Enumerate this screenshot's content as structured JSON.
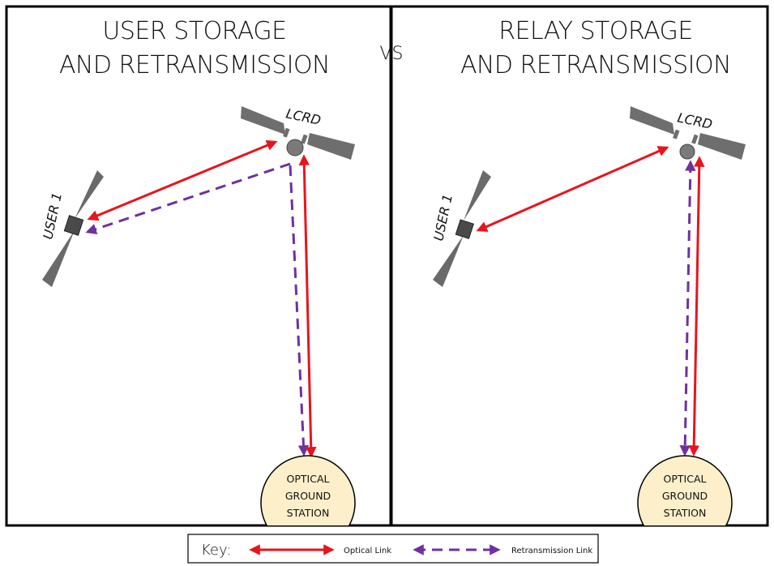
{
  "left_panel": {
    "title_line1": "USER STORAGE",
    "title_line2": "AND RETRANSMISSION",
    "relay_label": "LCRD",
    "user_label": "USER 1",
    "station": [
      "OPTICAL",
      "GROUND",
      "STATION"
    ]
  },
  "divider_label": "VS",
  "right_panel": {
    "title_line1": "RELAY STORAGE",
    "title_line2": "AND RETRANSMISSION",
    "relay_label": "LCRD",
    "user_label": "USER 1",
    "station": [
      "OPTICAL",
      "GROUND",
      "STATION"
    ]
  },
  "key": {
    "title": "Key:",
    "optical_link_label": "Optical Link",
    "retransmission_link_label": "Retransmission Link"
  },
  "colors": {
    "optical_link": "#e8141c",
    "retransmission_link": "#7030a0",
    "ground_station_fill": "#fdefc9",
    "satellite_gray": "#6e6e6e"
  }
}
